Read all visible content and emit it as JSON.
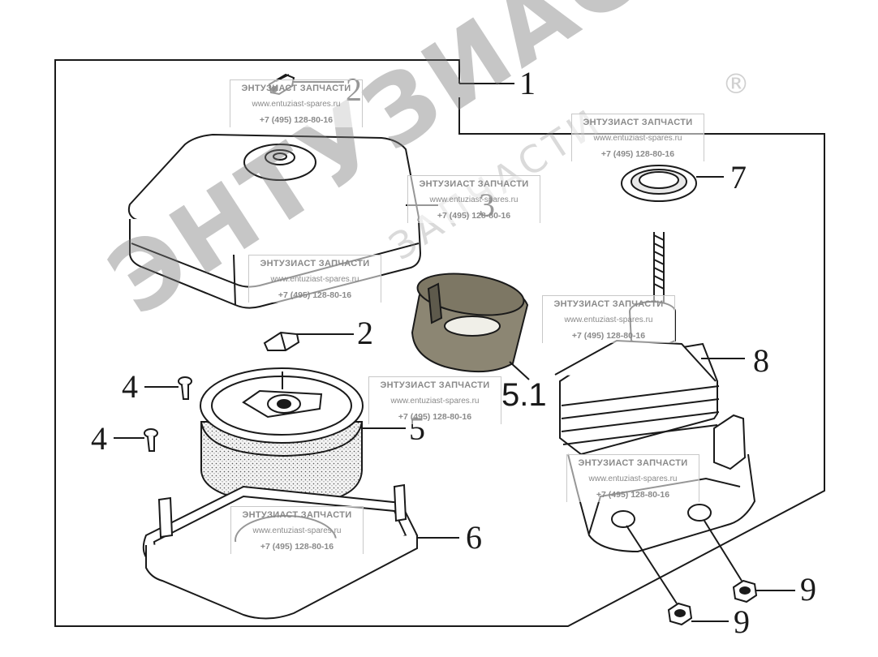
{
  "callouts": {
    "c1": "1",
    "c2a": "2",
    "c2b": "2",
    "c3": "3",
    "c4a": "4",
    "c4b": "4",
    "c5": "5",
    "c51": "5.1",
    "c6": "6",
    "c7": "7",
    "c8": "8",
    "c9a": "9",
    "c9b": "9"
  },
  "watermark": {
    "brand": "ЭНТУЗИАСТ",
    "sub": "ЗАПЧАСТИ",
    "registered": "®",
    "box_title": "ЭНТУЗИАСТ ЗАПЧАСТИ",
    "box_url": "www.entuziast-spares.ru",
    "box_phone": "+7 (495) 128-80-16"
  },
  "colors": {
    "line": "#1a1a1a",
    "foam": "#8c8673",
    "foam_dark": "#5e5a4c",
    "watermark": "#9a9a9a"
  }
}
